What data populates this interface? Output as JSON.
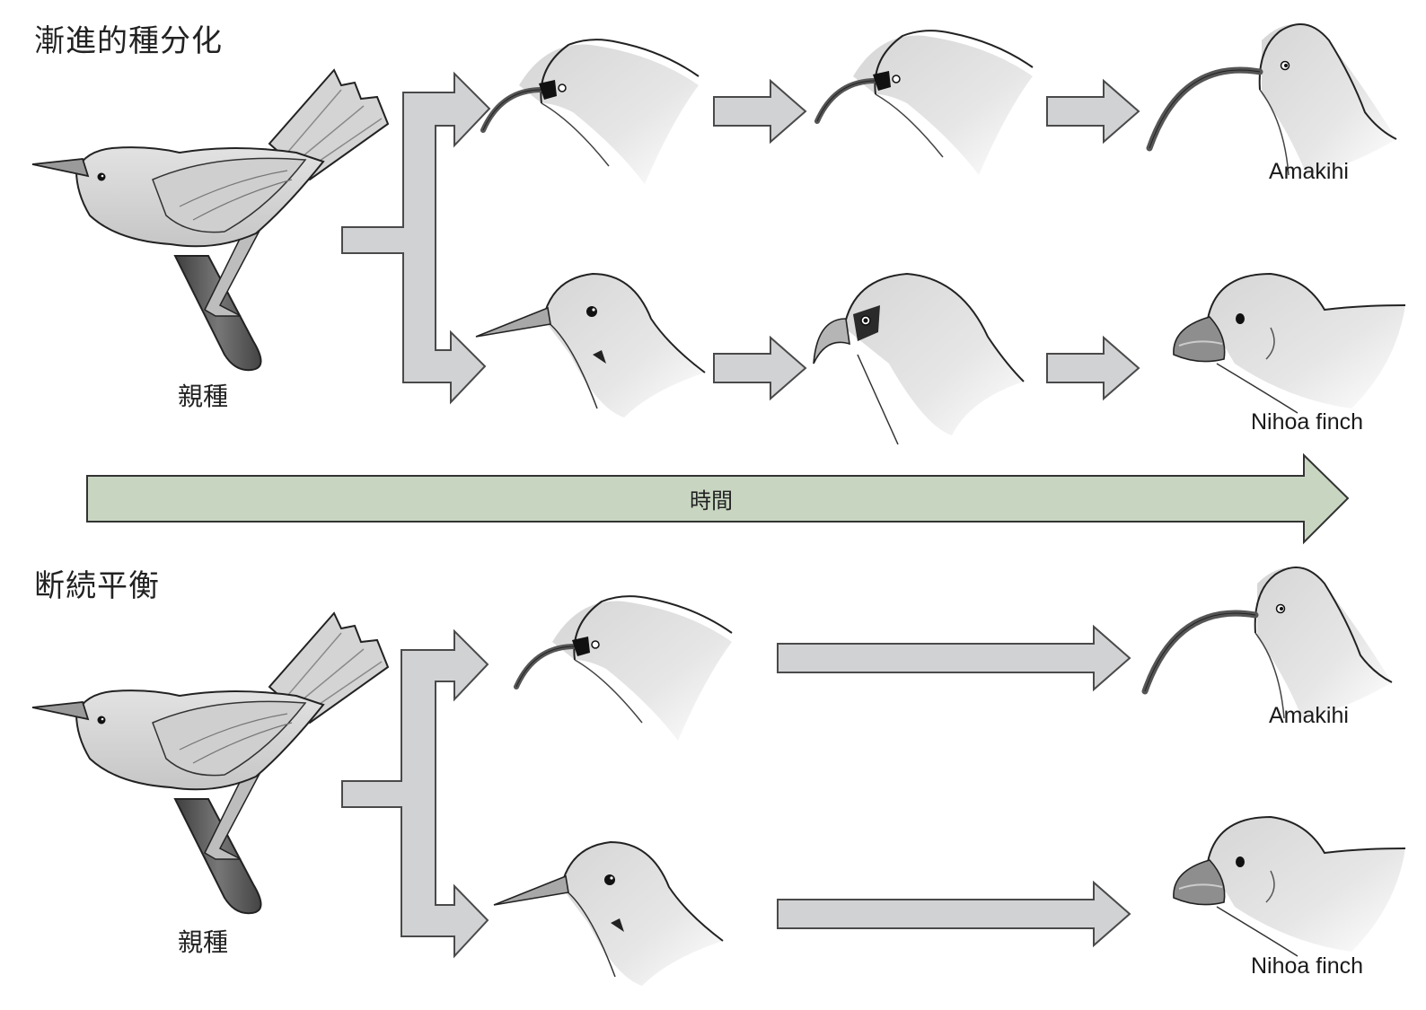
{
  "colors": {
    "arrow_fill": "#d1d2d4",
    "arrow_stroke": "#4a4a4a",
    "time_arrow_fill": "#c8d6c1",
    "bird_fill": "#d9d9d9",
    "bird_stroke": "#2a2a2a",
    "perch_fill": "#555555"
  },
  "gradual": {
    "title": "漸進的種分化",
    "parent_label": "親種",
    "top_species_label": "Amakihi",
    "bottom_species_label": "Nihoa finch"
  },
  "time_axis": {
    "label": "時間"
  },
  "punctuated": {
    "title": "断続平衡",
    "parent_label": "親種",
    "top_species_label": "Amakihi",
    "bottom_species_label": "Nihoa finch"
  }
}
